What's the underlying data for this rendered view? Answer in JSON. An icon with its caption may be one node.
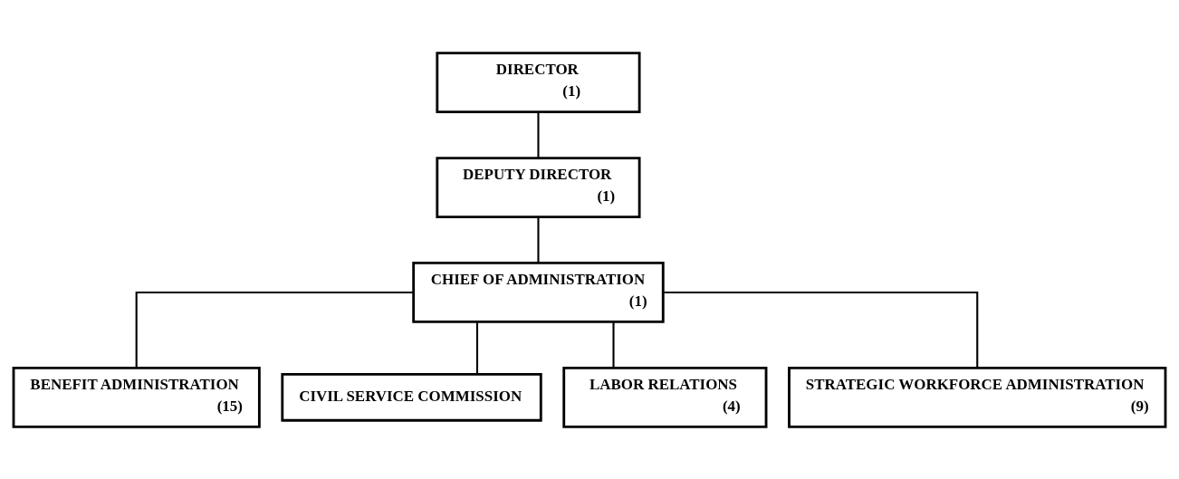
{
  "diagram": {
    "nodes": [
      {
        "text": [
          "DIRECTOR",
          "(1)"
        ]
      },
      {
        "text": [
          "DEPUTY DIRECTOR",
          "(1)"
        ]
      },
      {
        "text": [
          "CHIEF OF ADMINISTRATION",
          "(1)"
        ]
      },
      {
        "text": [
          "BENEFIT ADMINISTRATION",
          "(15)"
        ]
      },
      {
        "text": [
          "CIVIL SERVICE COMMISSION"
        ]
      },
      {
        "text": [
          "LABOR RELATIONS",
          "(4)"
        ]
      },
      {
        "text": [
          "STRATEGIC WORKFORCE ADMINISTRATION",
          "(9)"
        ]
      }
    ],
    "edges": [
      {
        "from": 0,
        "to": 1,
        "arrow": "none"
      },
      {
        "from": 1,
        "to": 2,
        "arrow": "none"
      },
      {
        "from": 2,
        "to": 3,
        "arrow": "none"
      },
      {
        "from": 2,
        "to": 4,
        "arrow": "none"
      },
      {
        "from": 2,
        "to": 5,
        "arrow": "none"
      },
      {
        "from": 2,
        "to": 6,
        "arrow": "none"
      }
    ]
  }
}
